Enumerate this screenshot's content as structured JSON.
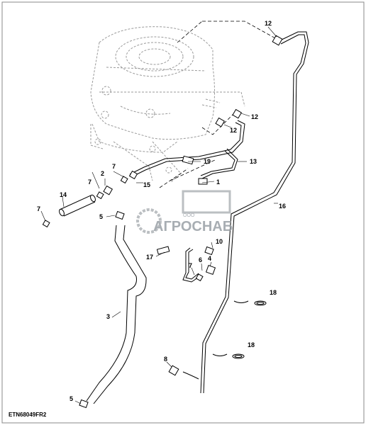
{
  "diagram": {
    "code": "ETN68049FR2",
    "callouts": [
      {
        "id": "c12a",
        "text": "12"
      },
      {
        "id": "c12b",
        "text": "12"
      },
      {
        "id": "c12c",
        "text": "12"
      },
      {
        "id": "c13",
        "text": "13"
      },
      {
        "id": "c19",
        "text": "19"
      },
      {
        "id": "c15",
        "text": "15"
      },
      {
        "id": "c1",
        "text": "1"
      },
      {
        "id": "c16",
        "text": "16"
      },
      {
        "id": "c2",
        "text": "2"
      },
      {
        "id": "c7a",
        "text": "7"
      },
      {
        "id": "c7b",
        "text": "7"
      },
      {
        "id": "c7c",
        "text": "7"
      },
      {
        "id": "c7d",
        "text": "7"
      },
      {
        "id": "c14",
        "text": "14"
      },
      {
        "id": "c5a",
        "text": "5"
      },
      {
        "id": "c5b",
        "text": "5"
      },
      {
        "id": "c10",
        "text": "10"
      },
      {
        "id": "c17",
        "text": "17"
      },
      {
        "id": "c6",
        "text": "6"
      },
      {
        "id": "c4",
        "text": "4"
      },
      {
        "id": "c3",
        "text": "3"
      },
      {
        "id": "c18a",
        "text": "18"
      },
      {
        "id": "c18b",
        "text": "18"
      },
      {
        "id": "c8",
        "text": "8"
      }
    ]
  },
  "watermark": {
    "small": "ООО",
    "brand": "АГРОСНАБ"
  }
}
